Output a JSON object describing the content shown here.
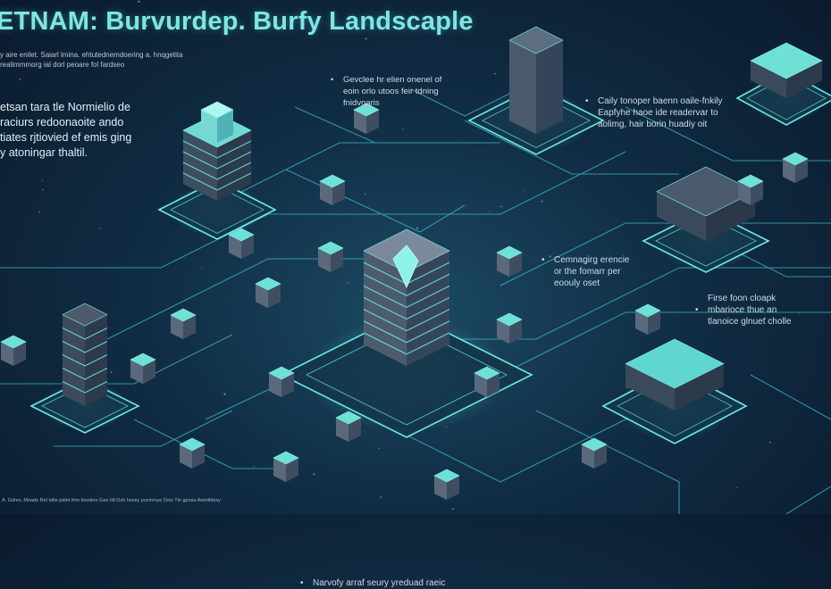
{
  "title": "ETNAM: Burvurdep. Burfy Landscaple",
  "intro": {
    "lines": [
      "y aire enilet. Saiarl lmina. ehtutednemdoering a. hnqgetita",
      "realimmmorg ial dorl peoare fol fardseo"
    ]
  },
  "left_block": {
    "lines": [
      "etsan tara tle Normielio de",
      "raciurs redoonaoite ando",
      "tiates rjtiovied ef emis ging",
      "y atoningar thaltil."
    ]
  },
  "callouts": [
    {
      "lines": [
        "Gevclee hr elien onenel of",
        "eoin orlo utoos feir tdning",
        "fnidvoaris"
      ]
    },
    {
      "lines": [
        "Caily tonoper baenn oaile-fnkily",
        "Eapfyhe haoe ide readervar to",
        "aolimg, hair borin huadiy oit"
      ]
    },
    {
      "lines": [
        "Cemnagirg erencie",
        "or the fomarr per",
        "eoouly oset"
      ]
    },
    {
      "lines": [
        "Firse foon cloapk",
        "mbarioce thue an",
        "tlanoice glnuet cholle"
      ]
    },
    {
      "lines": [
        "Narvofy arraf seury yreduad raeic"
      ]
    }
  ],
  "footer": "A. Gdrev, Mnade Rel tdite pdiet thm fesoilen Gee tdl Dsb hesey pozimnye Deiz Tle gpoas Awlotldesy",
  "colors": {
    "accent": "#5ee8e0",
    "background": "#0f2a40",
    "building": "#3a4a5c"
  }
}
